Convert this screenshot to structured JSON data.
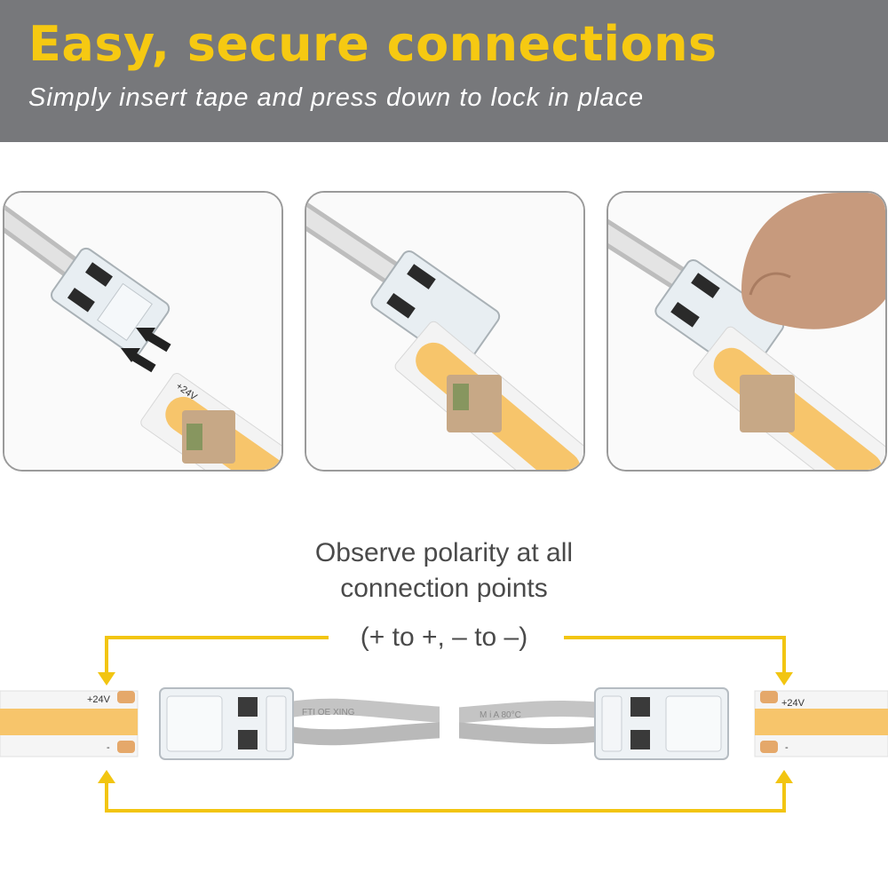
{
  "header": {
    "title": "Easy, secure connections",
    "subtitle": "Simply insert tape and press down to lock in place"
  },
  "steps": {
    "tape_label": "+24V",
    "tape_minus": "-"
  },
  "polarity_note": {
    "line1": "Observe polarity at all",
    "line2": "connection points",
    "line3": "(+ to +, – to –)"
  },
  "diagram": {
    "left_tape_plus": "+24V",
    "left_tape_minus": "-",
    "right_tape_plus": "+24V",
    "right_tape_minus": "-",
    "cable_text_left": "FTI  OE  XING",
    "cable_text_right": "M  i  A  80°C"
  },
  "colors": {
    "header_bg": "#77787b",
    "title": "#f6c912",
    "arrow_line": "#f2c511",
    "led": "#f7c56b"
  }
}
